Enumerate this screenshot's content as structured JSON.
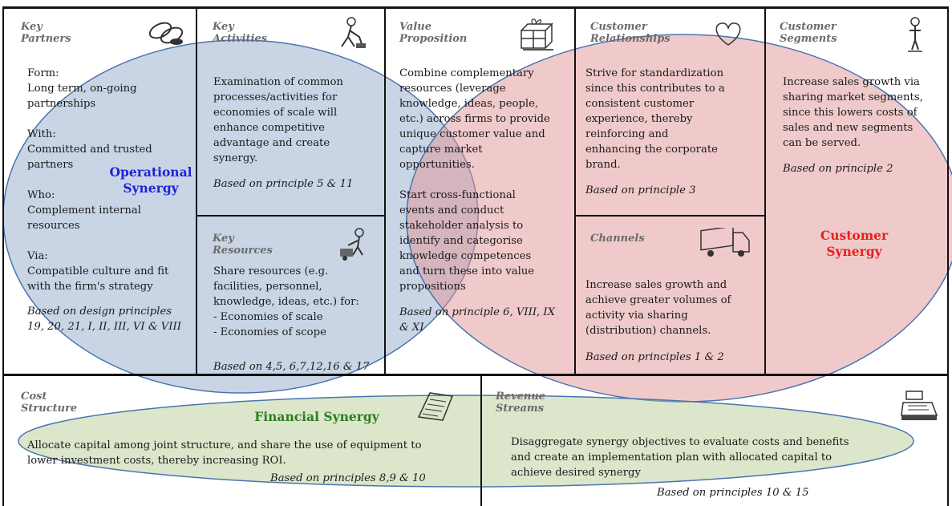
{
  "colors": {
    "operational": "#1f23d6",
    "customer": "#e8201c",
    "financial": "#2e7d20",
    "blue_fill": "rgba(120,150,190,0.40)",
    "red_fill": "rgba(226,150,150,0.50)",
    "green_fill": "rgba(178,200,140,0.45)"
  },
  "key_partners": {
    "header": [
      "Key",
      "Partners"
    ],
    "icon": "chain-link-icon",
    "lines": [
      "Form:",
      "Long term, on-going",
      "partnerships",
      "",
      "With:",
      "Committed and trusted",
      "partners",
      "",
      "Who:",
      "Complement internal",
      "resources",
      "",
      "Via:",
      "Compatible culture and fit",
      "with the firm's strategy"
    ],
    "principle": [
      "Based on design principles",
      "19, 20, 21, I, II, III, VI & VIII"
    ]
  },
  "key_activities": {
    "header": [
      "Key",
      "Activities"
    ],
    "icon": "worker-icon",
    "lines": [
      "Examination of common",
      "processes/activities for",
      "economies of scale will",
      "enhance competitive",
      "advantage and create",
      "synergy."
    ],
    "principle": "Based on principle 5 & 11"
  },
  "key_resources": {
    "header": [
      "Key",
      "Resources"
    ],
    "icon": "forklift-worker-icon",
    "lines": [
      "Share resources (e.g.",
      "facilities, personnel,",
      "knowledge, ideas, etc.) for:",
      "- Economies of scale",
      "- Economies of scope"
    ],
    "principle": "Based on 4,5, 6,7,12,16 & 17"
  },
  "value_proposition": {
    "header": [
      "Value",
      "Proposition"
    ],
    "icon": "gift-box-icon",
    "lines": [
      "Combine complementary",
      "resources (leverage",
      "knowledge, ideas, people,",
      "etc.) across firms to provide",
      "unique customer value and",
      "capture market",
      "opportunities.",
      "",
      "Start cross-functional",
      "events and conduct",
      "stakeholder analysis to",
      "identify and categorise",
      "knowledge competences",
      "and turn these into value",
      "propositions"
    ],
    "principle": [
      "Based on principle 6, VIII, IX",
      "& XI"
    ]
  },
  "customer_relationships": {
    "header": [
      "Customer",
      "Relationships"
    ],
    "icon": "heart-icon",
    "lines": [
      "Strive for standardization",
      "since this contributes to a",
      "consistent customer",
      "experience, thereby",
      "reinforcing and",
      "enhancing the corporate",
      "brand."
    ],
    "principle": "Based on principle 3"
  },
  "channels": {
    "header": "Channels",
    "icon": "truck-icon",
    "lines": [
      "Increase sales growth and",
      "achieve greater volumes of",
      "activity via sharing",
      "(distribution) channels."
    ],
    "principle": "Based on principles 1 & 2"
  },
  "customer_segments": {
    "header": [
      "Customer",
      "Segments"
    ],
    "icon": "person-icon",
    "lines": [
      "Increase sales growth via",
      "sharing market segments,",
      "since this lowers costs of",
      "sales and new segments",
      "can be served."
    ],
    "principle": "Based on principle 2"
  },
  "cost_structure": {
    "header": [
      "Cost",
      "Structure"
    ],
    "icon": "invoice-icon",
    "lines": [
      "Allocate capital among joint structure, and share the use of equipment to",
      "lower investment costs, thereby increasing ROI."
    ],
    "principle": "Based on principles 8,9 & 10"
  },
  "revenue_streams": {
    "header": [
      "Revenue",
      "Streams"
    ],
    "icon": "cash-register-icon",
    "lines": [
      "Disaggregate synergy objectives to evaluate costs and benefits",
      "and create an implementation plan with allocated capital to",
      "achieve desired synergy"
    ],
    "principle": "Based on principles 10 & 15"
  },
  "synergies": {
    "operational": [
      "Operational",
      "Synergy"
    ],
    "customer": [
      "Customer",
      "Synergy"
    ],
    "financial": "Financial Synergy"
  }
}
